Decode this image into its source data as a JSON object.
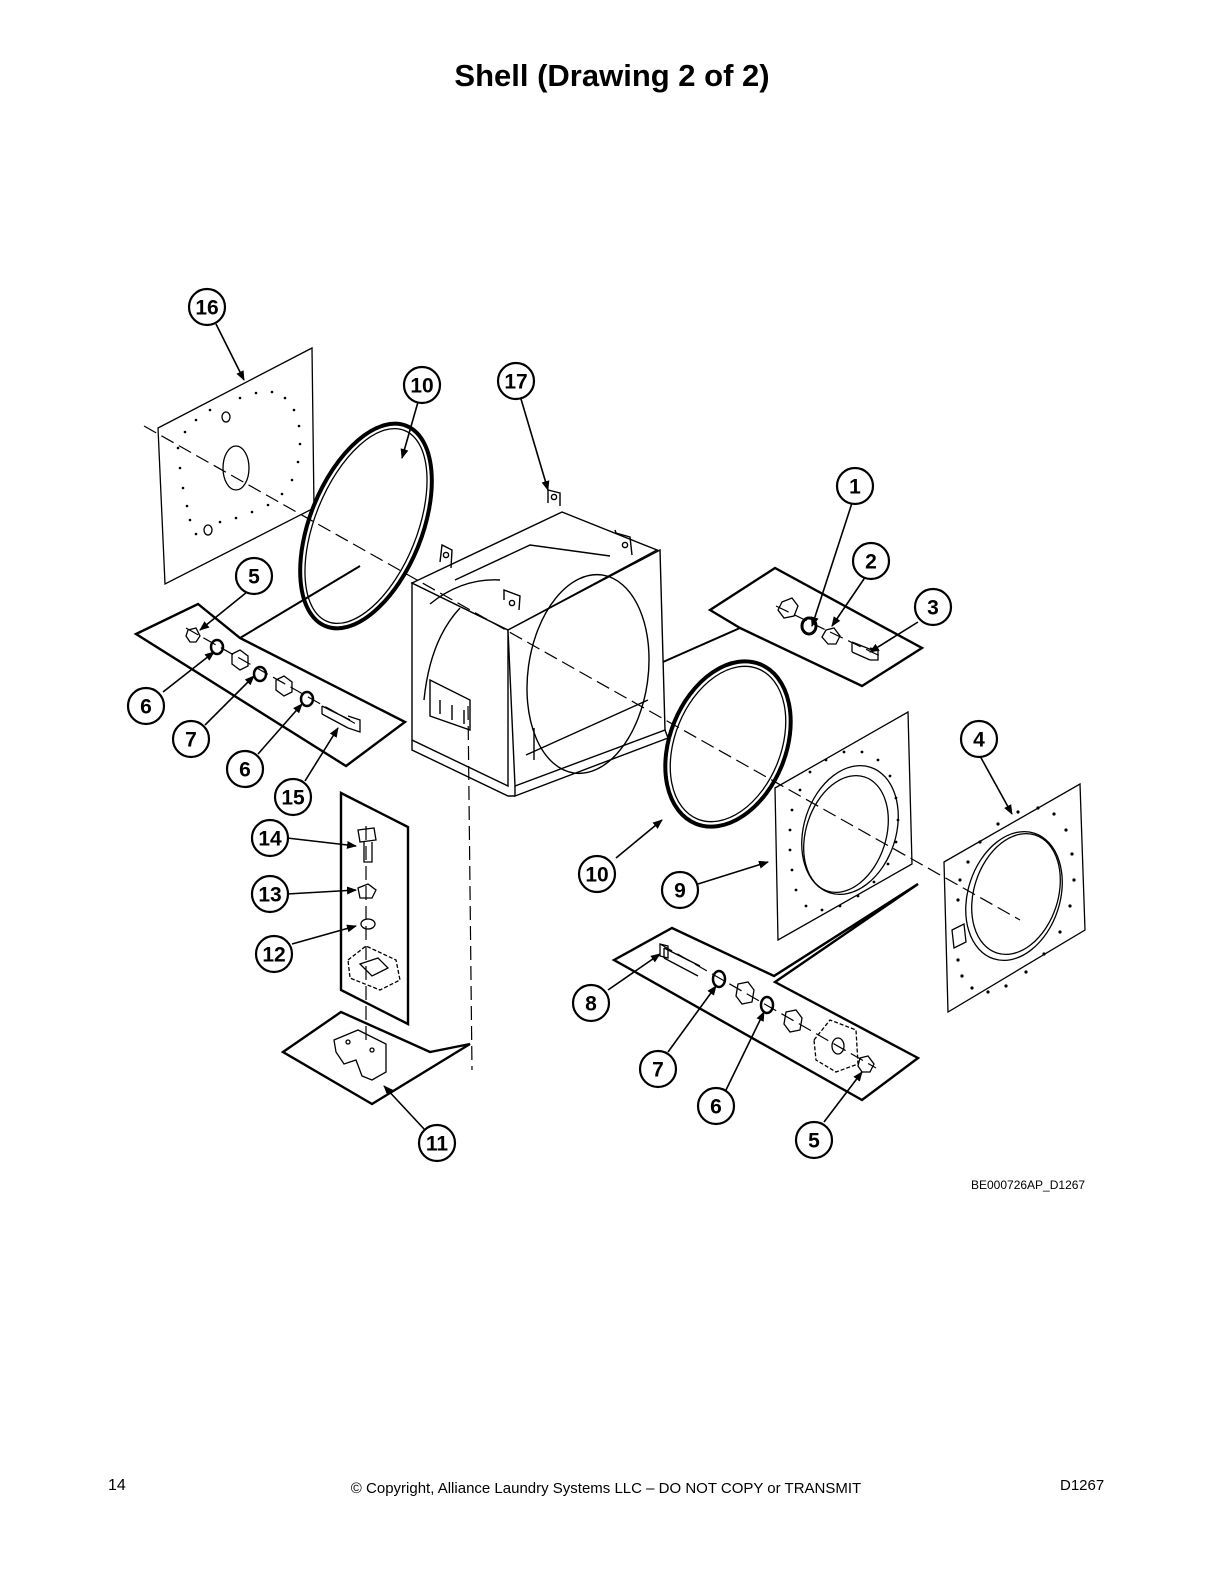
{
  "page": {
    "title": "Shell (Drawing 2 of 2)",
    "drawing_code": "BE000726AP_D1267",
    "page_number": "14",
    "copyright": "© Copyright, Alliance Laundry Systems LLC – DO NOT COPY or TRANSMIT",
    "doc_id": "D1267"
  },
  "callouts": [
    {
      "id": "c16",
      "label": "16"
    },
    {
      "id": "c10a",
      "label": "10"
    },
    {
      "id": "c17",
      "label": "17"
    },
    {
      "id": "c1",
      "label": "1"
    },
    {
      "id": "c2",
      "label": "2"
    },
    {
      "id": "c3",
      "label": "3"
    },
    {
      "id": "c5a",
      "label": "5"
    },
    {
      "id": "c6a",
      "label": "6"
    },
    {
      "id": "c7a",
      "label": "7"
    },
    {
      "id": "c6b",
      "label": "6"
    },
    {
      "id": "c15",
      "label": "15"
    },
    {
      "id": "c4",
      "label": "4"
    },
    {
      "id": "c14",
      "label": "14"
    },
    {
      "id": "c13",
      "label": "13"
    },
    {
      "id": "c12",
      "label": "12"
    },
    {
      "id": "c10b",
      "label": "10"
    },
    {
      "id": "c9",
      "label": "9"
    },
    {
      "id": "c8",
      "label": "8"
    },
    {
      "id": "c7b",
      "label": "7"
    },
    {
      "id": "c6c",
      "label": "6"
    },
    {
      "id": "c5b",
      "label": "5"
    },
    {
      "id": "c11",
      "label": "11"
    }
  ]
}
